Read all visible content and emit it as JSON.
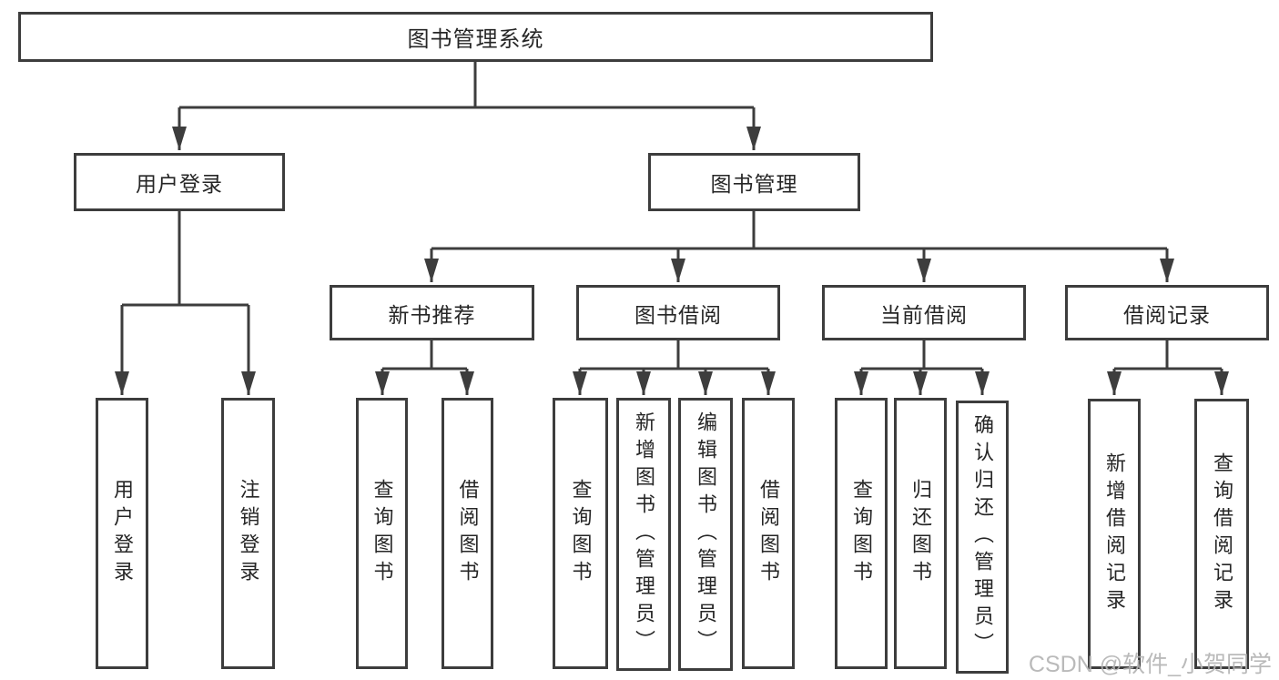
{
  "colors": {
    "line": "#3d3d3d",
    "text": "#262626",
    "background": "#ffffff",
    "watermark": "#b3b3b3"
  },
  "watermark": "CSDN @软件_小贺同学",
  "tree": {
    "root": {
      "label": "图书管理系统"
    },
    "children": [
      {
        "label": "用户登录",
        "children": [
          {
            "label": "用户登录"
          },
          {
            "label": "注销登录"
          }
        ]
      },
      {
        "label": "图书管理",
        "children": [
          {
            "label": "新书推荐",
            "children": [
              {
                "label": "查询图书"
              },
              {
                "label": "借阅图书"
              }
            ]
          },
          {
            "label": "图书借阅",
            "children": [
              {
                "label": "查询图书"
              },
              {
                "label": "新增图书（管理员）"
              },
              {
                "label": "编辑图书（管理员）"
              },
              {
                "label": "借阅图书"
              }
            ]
          },
          {
            "label": "当前借阅",
            "children": [
              {
                "label": "查询图书"
              },
              {
                "label": "归还图书"
              },
              {
                "label": "确认归还（管理员）"
              }
            ]
          },
          {
            "label": "借阅记录",
            "children": [
              {
                "label": "新增借阅记录"
              },
              {
                "label": "查询借阅记录"
              }
            ]
          }
        ]
      }
    ]
  }
}
